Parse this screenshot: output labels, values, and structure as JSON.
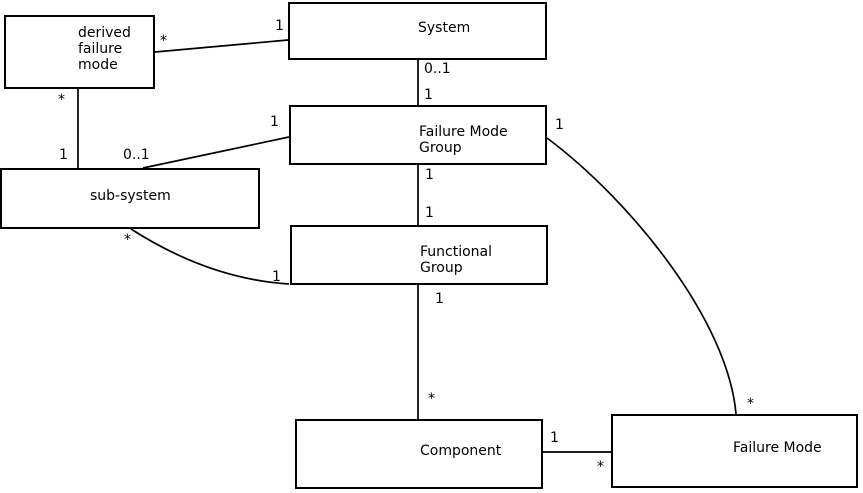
{
  "colors": {
    "background": "#ffffff",
    "line": "#000000",
    "text": "#000000"
  },
  "diagram": {
    "entities": [
      {
        "id": "derived-failure-mode",
        "label": "derived failure mode"
      },
      {
        "id": "system",
        "label": "System"
      },
      {
        "id": "failure-mode-group",
        "label": "Failure Mode Group"
      },
      {
        "id": "sub-system",
        "label": "sub-system"
      },
      {
        "id": "functional-group",
        "label": "Functional Group"
      },
      {
        "id": "component",
        "label": "Component"
      },
      {
        "id": "failure-mode",
        "label": "Failure Mode"
      }
    ],
    "relationships": [
      {
        "end1_entity": "System",
        "end1_mult": "1",
        "end2_entity": "derived failure mode",
        "end2_mult": "*"
      },
      {
        "end1_entity": "derived failure mode",
        "end1_mult": "*",
        "end2_entity": "sub-system",
        "end2_mult": "1"
      },
      {
        "end1_entity": "System",
        "end1_mult": "0..1",
        "end2_entity": "Failure Mode Group",
        "end2_mult": "1"
      },
      {
        "end1_entity": "sub-system",
        "end1_mult": "0..1",
        "end2_entity": "Failure Mode Group",
        "end2_mult": "1"
      },
      {
        "end1_entity": "Failure Mode Group",
        "end1_mult": "1",
        "end2_entity": "Functional Group",
        "end2_mult": "1"
      },
      {
        "end1_entity": "sub-system",
        "end1_mult": "*",
        "end2_entity": "Functional Group",
        "end2_mult": "1"
      },
      {
        "end1_entity": "Functional Group",
        "end1_mult": "1",
        "end2_entity": "Component",
        "end2_mult": "*"
      },
      {
        "end1_entity": "Component",
        "end1_mult": "1",
        "end2_entity": "Failure Mode",
        "end2_mult": "*"
      },
      {
        "end1_entity": "Failure Mode Group",
        "end1_mult": "1",
        "end2_entity": "Failure Mode",
        "end2_mult": "*"
      }
    ]
  }
}
